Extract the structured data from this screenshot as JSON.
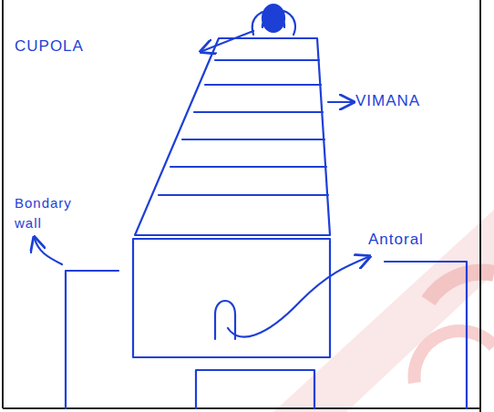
{
  "diagram": {
    "labels": [
      "CUPOLA",
      "VIMANA",
      "Bondary wall",
      "Antoral"
    ]
  }
}
